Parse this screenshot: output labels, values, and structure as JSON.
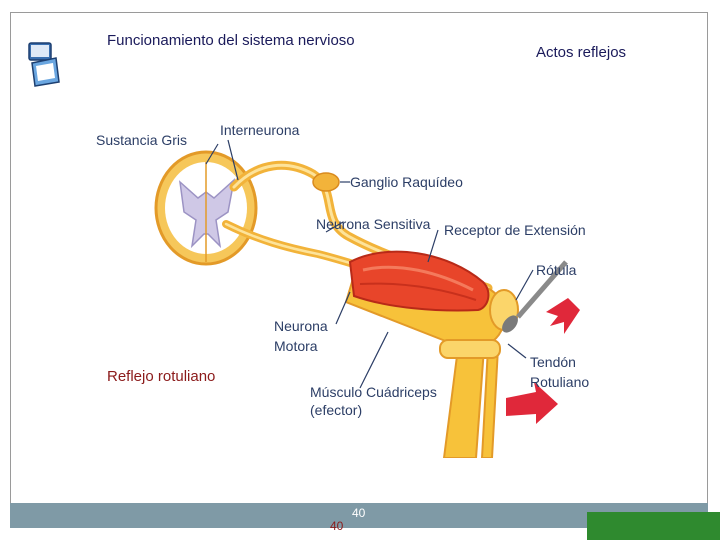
{
  "slide": {
    "title": "Funcionamiento del sistema nervioso",
    "subtitle": "Actos reflejos",
    "caption": "Reflejo rotuliano",
    "page_number_left": "40",
    "page_number_right": "40"
  },
  "diagram": {
    "labels": {
      "gray_matter": "Sustancia Gris",
      "interneuron": "Interneurona",
      "ganglion": "Ganglio Raquídeo",
      "sensory_neuron": "Neurona Sensitiva",
      "stretch_receptor": "Receptor de Extensión",
      "kneecap": "Rótula",
      "motor_neuron_1": "Neurona",
      "motor_neuron_2": "Motora",
      "tendon_1": "Tendón",
      "tendon_2": "Rotuliano",
      "muscle_1": "Músculo Cuádriceps",
      "muscle_2": "(efector)"
    }
  },
  "colors": {
    "title_text": "#1a1a5a",
    "caption_text": "#8b1a1a",
    "footer_bar": "#7f9aa6",
    "accent_green": "#2f8a2f",
    "bone": "#f7c23a",
    "muscle": "#e8452a",
    "arrow": "#e0283a"
  },
  "icons": [
    "slide-icon"
  ]
}
